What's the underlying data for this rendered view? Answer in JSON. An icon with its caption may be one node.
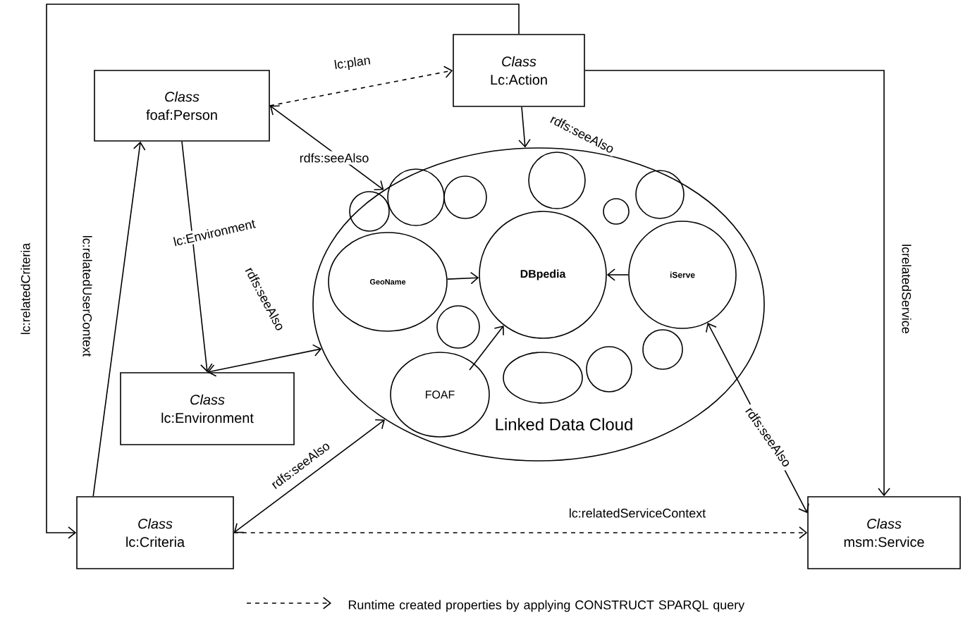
{
  "diagram": {
    "nodes": [
      {
        "text": [
          "Class",
          "foaf:Person"
        ]
      },
      {
        "text": [
          "Class",
          "Lc:Action"
        ]
      },
      {
        "text": [
          "Class",
          "lc:Environment"
        ]
      },
      {
        "text": [
          "Class",
          "lc:Criteria"
        ]
      },
      {
        "text": [
          "Class",
          "msm:Service"
        ]
      },
      {
        "text": [
          "Linked Data Cloud"
        ]
      },
      {
        "text": [
          "GeoName"
        ],
        "in": 5
      },
      {
        "text": [
          "DBpedia"
        ],
        "in": 5
      },
      {
        "text": [
          "iServe"
        ],
        "in": 5
      },
      {
        "text": [
          "FOAF"
        ],
        "in": 5
      },
      {
        "text": [],
        "shape": "circle",
        "in": 5
      },
      {
        "text": [],
        "shape": "circle",
        "in": 5
      },
      {
        "text": [],
        "shape": "circle",
        "in": 5
      },
      {
        "text": [],
        "shape": "circle",
        "in": 5
      },
      {
        "text": [],
        "shape": "circle",
        "in": 5
      },
      {
        "text": [],
        "shape": "circle",
        "in": 5
      },
      {
        "text": [],
        "shape": "circle",
        "in": 5
      },
      {
        "text": [],
        "shape": "circle",
        "in": 5
      },
      {
        "text": [],
        "shape": "circle",
        "in": 5
      },
      {
        "text": [],
        "shape": "circle",
        "in": 5
      }
    ],
    "edges": [
      {
        "from": 0,
        "to": 1,
        "arrow": "to",
        "label": "lc:plan",
        "style": "dashed"
      },
      {
        "from": 0,
        "to": 5,
        "arrow": "both",
        "label": "rdfs:seeAlso"
      },
      {
        "from": 1,
        "to": 5,
        "arrow": "to",
        "label": "rdfs:seeAlso"
      },
      {
        "from": 0,
        "to": 2,
        "arrow": "to",
        "label": "lc:Environment"
      },
      {
        "from": 5,
        "to": 2,
        "arrow": "both",
        "label": "rdfs:seeAlso"
      },
      {
        "from": 3,
        "to": 0,
        "arrow": "to",
        "label": "lc:relatedUserContext"
      },
      {
        "from": 1,
        "to": 3,
        "arrow": "to",
        "label": "lc:relatedCriteria"
      },
      {
        "from": 1,
        "to": 4,
        "arrow": "to",
        "label": "lcrelatedService"
      },
      {
        "from": 3,
        "to": 5,
        "arrow": "both",
        "label": "rdfs:seeAlso"
      },
      {
        "from": 3,
        "to": 4,
        "arrow": "to",
        "label": "lc:relatedServiceContext",
        "style": "dashed"
      },
      {
        "from": 4,
        "to": 8,
        "arrow": "both",
        "label": "rdfs:seeAlso"
      },
      {
        "from": 6,
        "to": 7,
        "arrow": "to"
      },
      {
        "from": 8,
        "to": 7,
        "arrow": "to"
      },
      {
        "from": 9,
        "to": 7,
        "arrow": "to"
      }
    ],
    "legend": [
      {
        "text": "Runtime created properties by applying CONSTRUCT SPARQL query"
      }
    ]
  }
}
